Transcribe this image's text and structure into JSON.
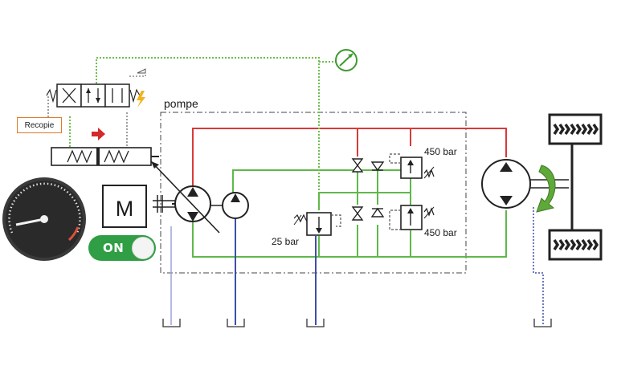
{
  "labels": {
    "pump_group": "pompe",
    "recopie": "Recopie",
    "motor": "M",
    "pressure_low": "25 bar",
    "pressure_high_top": "450 bar",
    "pressure_high_bottom": "450 bar",
    "switch": "ON"
  },
  "colors": {
    "pressure_line": "#d93a3a",
    "return_line": "#5fb84a",
    "drain_line": "#3d4fa8",
    "pilot_line": "#6cbf4a",
    "recopie_border": "#e07a2a",
    "switch_on": "#2f9e44",
    "rotation_arrow": "#5fa83a"
  },
  "icons": [
    "gauge-dial-icon",
    "flow-meter-icon",
    "lightning-icon",
    "direction-arrow-icon",
    "rotation-arrow-icon",
    "wheel-icon"
  ]
}
